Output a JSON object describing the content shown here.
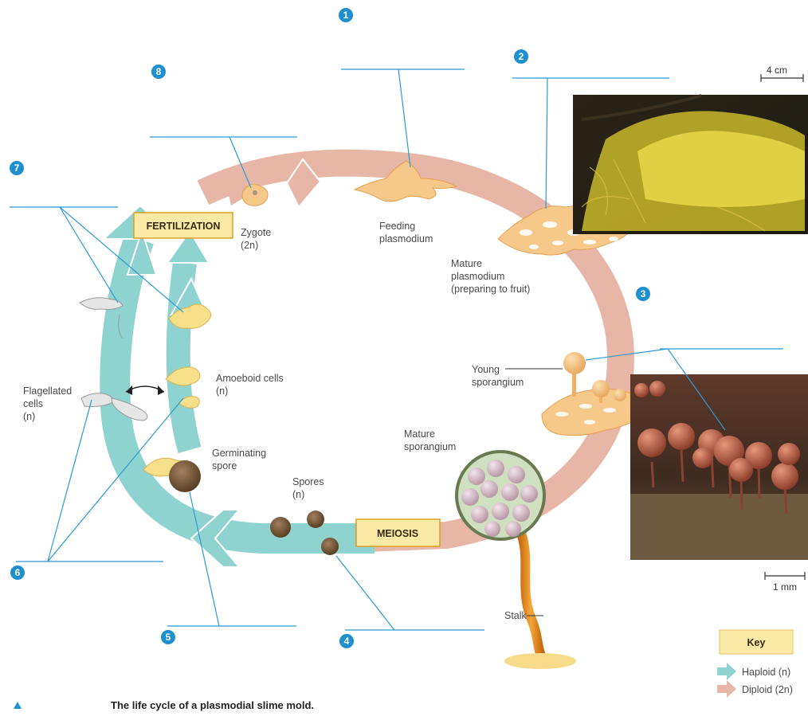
{
  "steps": [
    "1",
    "2",
    "3",
    "4",
    "5",
    "6",
    "7",
    "8"
  ],
  "boxes": {
    "fertilization": "FERTILIZATION",
    "meiosis": "MEIOSIS"
  },
  "labels": {
    "zygote": "Zygote",
    "zygote_ploidy": "(2n)",
    "feeding_1": "Feeding",
    "feeding_2": "plasmodium",
    "mature_plas_1": "Mature",
    "mature_plas_2": "plasmodium",
    "mature_plas_3": "(preparing to fruit)",
    "young_1": "Young",
    "young_2": "sporangium",
    "mature_spor_1": "Mature",
    "mature_spor_2": "sporangium",
    "stalk": "Stalk",
    "spores_1": "Spores",
    "spores_2": "(n)",
    "germ_1": "Germinating",
    "germ_2": "spore",
    "amoeboid_1": "Amoeboid cells",
    "amoeboid_2": "(n)",
    "flag_1": "Flagellated",
    "flag_2": "cells",
    "flag_3": "(n)"
  },
  "scales": {
    "top": "4 cm",
    "bottom": "1 mm"
  },
  "key": {
    "title": "Key",
    "haploid": "Haploid (n)",
    "diploid": "Diploid (2n)"
  },
  "caption": "The life cycle of a plasmodial slime mold.",
  "colors": {
    "haploid": "#8fd3d0",
    "diploid": "#e8b6a6",
    "leader": "#2a9bd6",
    "box": "#fbe9a6"
  }
}
